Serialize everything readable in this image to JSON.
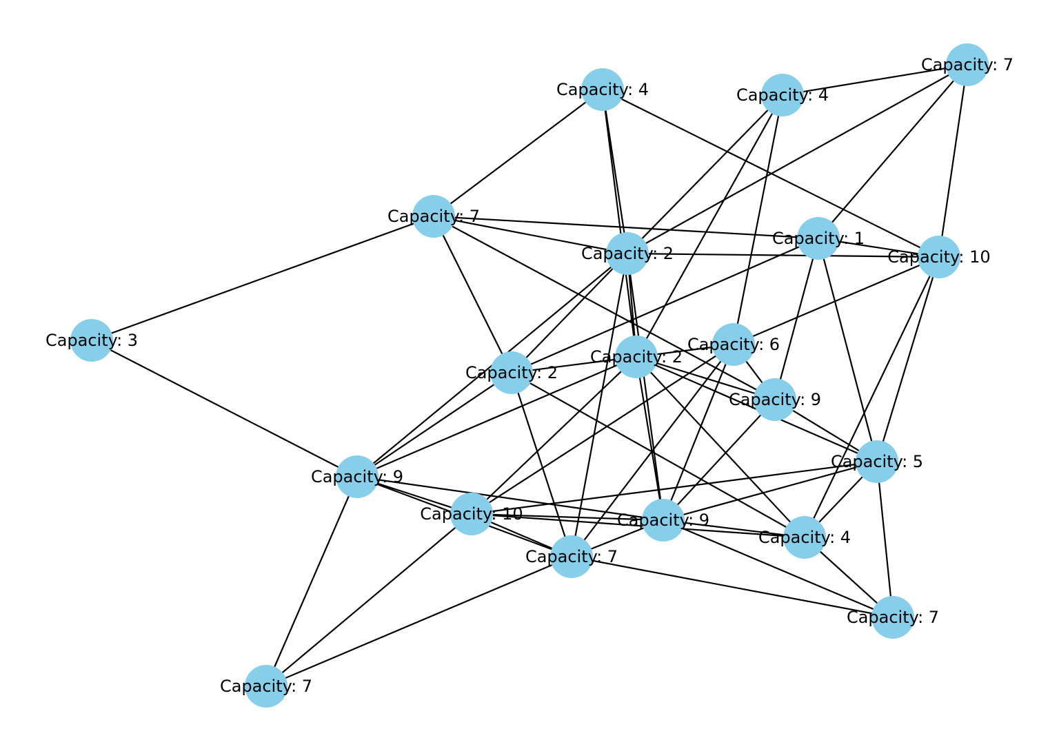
{
  "graph": {
    "node_color": "#87ceeb",
    "edge_color": "#000000",
    "label_prefix": "Capacity: ",
    "nodes": [
      {
        "id": "A",
        "label": "Capacity: 4"
      },
      {
        "id": "B",
        "label": "Capacity: 4"
      },
      {
        "id": "C",
        "label": "Capacity: 7"
      },
      {
        "id": "D",
        "label": "Capacity: 7"
      },
      {
        "id": "E",
        "label": "Capacity: 1"
      },
      {
        "id": "F",
        "label": "Capacity: 2"
      },
      {
        "id": "G",
        "label": "Capacity: 10"
      },
      {
        "id": "H",
        "label": "Capacity: 3"
      },
      {
        "id": "I",
        "label": "Capacity: 6"
      },
      {
        "id": "J",
        "label": "Capacity: 2"
      },
      {
        "id": "K",
        "label": "Capacity: 2"
      },
      {
        "id": "L",
        "label": "Capacity: 9"
      },
      {
        "id": "M",
        "label": "Capacity: 5"
      },
      {
        "id": "N",
        "label": "Capacity: 9"
      },
      {
        "id": "O",
        "label": "Capacity: 10"
      },
      {
        "id": "P",
        "label": "Capacity: 9"
      },
      {
        "id": "Q",
        "label": "Capacity: 4"
      },
      {
        "id": "R",
        "label": "Capacity: 7"
      },
      {
        "id": "S",
        "label": "Capacity: 7"
      },
      {
        "id": "T",
        "label": "Capacity: 7"
      }
    ],
    "edges": [
      [
        "A",
        "D"
      ],
      [
        "A",
        "F"
      ],
      [
        "A",
        "J"
      ],
      [
        "A",
        "G"
      ],
      [
        "B",
        "C"
      ],
      [
        "B",
        "F"
      ],
      [
        "B",
        "J"
      ],
      [
        "B",
        "I"
      ],
      [
        "C",
        "F"
      ],
      [
        "C",
        "E"
      ],
      [
        "C",
        "G"
      ],
      [
        "D",
        "E"
      ],
      [
        "D",
        "F"
      ],
      [
        "D",
        "H"
      ],
      [
        "D",
        "K"
      ],
      [
        "D",
        "L"
      ],
      [
        "E",
        "G"
      ],
      [
        "F",
        "G"
      ],
      [
        "E",
        "K"
      ],
      [
        "E",
        "L"
      ],
      [
        "E",
        "M"
      ],
      [
        "F",
        "K"
      ],
      [
        "F",
        "N"
      ],
      [
        "F",
        "J"
      ],
      [
        "F",
        "P"
      ],
      [
        "F",
        "R"
      ],
      [
        "G",
        "I"
      ],
      [
        "G",
        "M"
      ],
      [
        "G",
        "Q"
      ],
      [
        "H",
        "N"
      ],
      [
        "I",
        "K"
      ],
      [
        "I",
        "L"
      ],
      [
        "I",
        "O"
      ],
      [
        "I",
        "R"
      ],
      [
        "I",
        "P"
      ],
      [
        "J",
        "L"
      ],
      [
        "J",
        "M"
      ],
      [
        "J",
        "Q"
      ],
      [
        "J",
        "P"
      ],
      [
        "J",
        "N"
      ],
      [
        "J",
        "O"
      ],
      [
        "K",
        "R"
      ],
      [
        "K",
        "Q"
      ],
      [
        "K",
        "N"
      ],
      [
        "L",
        "M"
      ],
      [
        "L",
        "P"
      ],
      [
        "M",
        "O"
      ],
      [
        "M",
        "P"
      ],
      [
        "M",
        "Q"
      ],
      [
        "M",
        "S"
      ],
      [
        "N",
        "O"
      ],
      [
        "N",
        "P"
      ],
      [
        "N",
        "R"
      ],
      [
        "N",
        "T"
      ],
      [
        "O",
        "P"
      ],
      [
        "O",
        "Q"
      ],
      [
        "O",
        "R"
      ],
      [
        "O",
        "T"
      ],
      [
        "P",
        "Q"
      ],
      [
        "P",
        "S"
      ],
      [
        "P",
        "R"
      ],
      [
        "R",
        "T"
      ],
      [
        "R",
        "S"
      ],
      [
        "Q",
        "S"
      ]
    ]
  }
}
